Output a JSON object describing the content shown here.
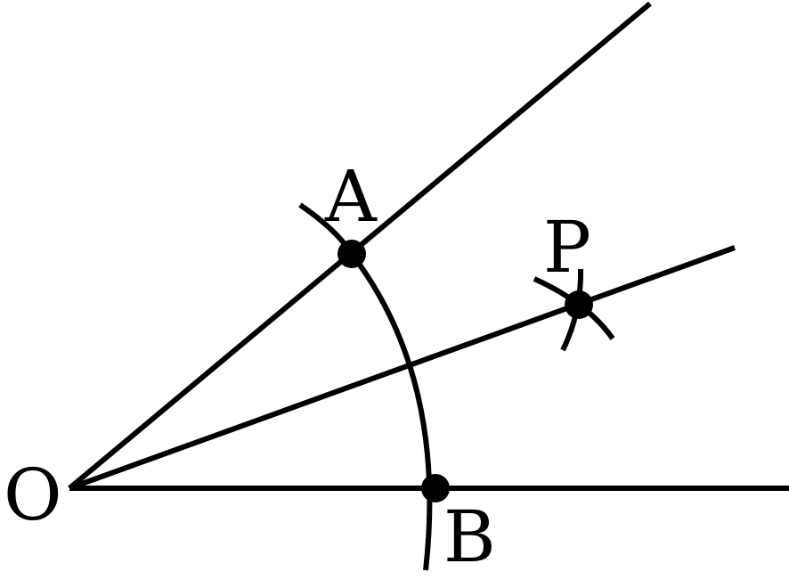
{
  "diagram": {
    "labels": {
      "O": "O",
      "A": "A",
      "B": "B",
      "P": "P"
    },
    "colors": {
      "ink": "#000000",
      "background": "#ffffff"
    }
  }
}
